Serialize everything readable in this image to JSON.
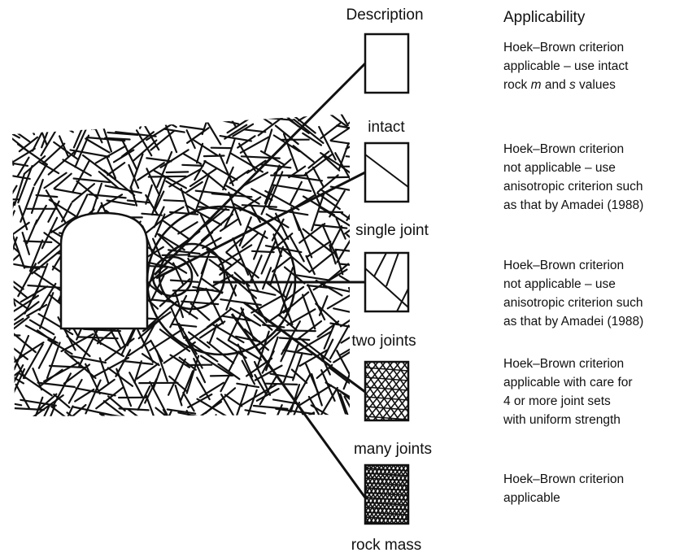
{
  "headers": {
    "description": "Description",
    "applicability": "Applicability"
  },
  "samples": [
    {
      "label": "intact",
      "applicability": [
        "Hoek–Brown criterion",
        "applicable – use intact",
        [
          "rock ",
          "m",
          " and ",
          "s",
          " values"
        ]
      ]
    },
    {
      "label": "single joint",
      "applicability": [
        "Hoek–Brown criterion",
        "not applicable – use",
        "anisotropic criterion such",
        "as that by Amadei (1988)"
      ]
    },
    {
      "label": "two joints",
      "applicability": [
        "Hoek–Brown criterion",
        "not applicable – use",
        "anisotropic criterion such",
        "as that by Amadei (1988)"
      ]
    },
    {
      "label": "many joints",
      "applicability": [
        "Hoek–Brown criterion",
        "applicable with care for",
        "4 or more joint sets",
        "with uniform strength"
      ]
    },
    {
      "label": "rock mass",
      "applicability": [
        "Hoek–Brown criterion",
        "applicable"
      ]
    }
  ]
}
